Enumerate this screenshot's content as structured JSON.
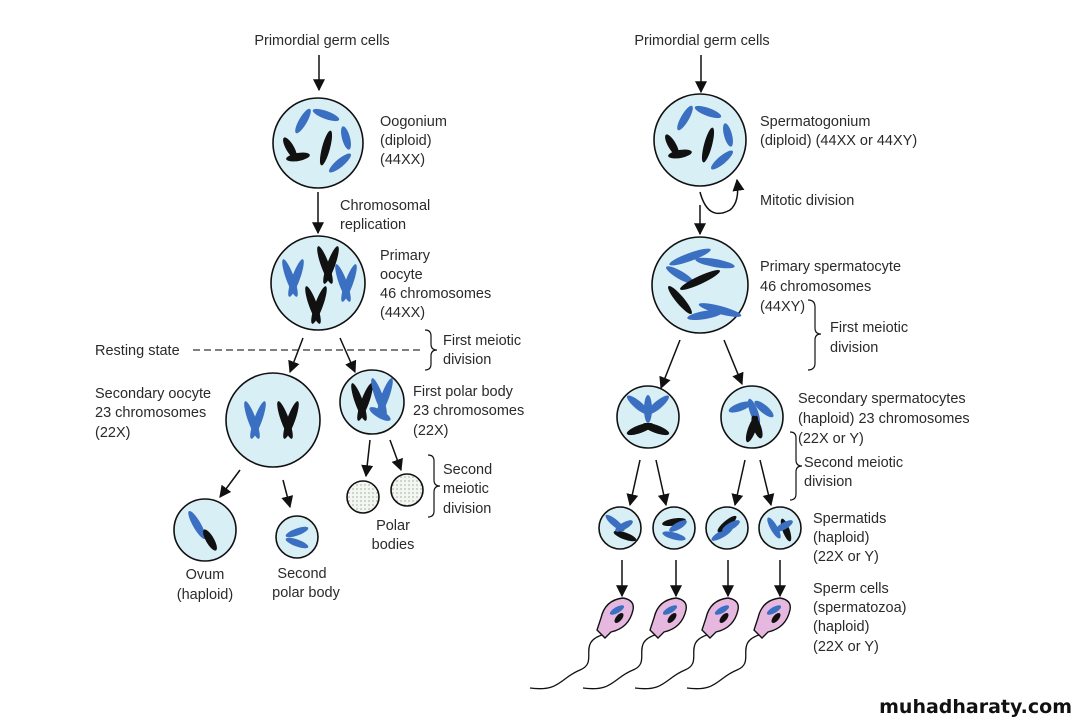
{
  "female": {
    "source": "Primordial germ cells",
    "oogonium": [
      "Oogonium",
      "(diploid)",
      "(44XX)"
    ],
    "replication": [
      "Chromosomal",
      "replication"
    ],
    "primary_oocyte": [
      "Primary",
      "oocyte",
      "46 chromosomes",
      "(44XX)"
    ],
    "resting_state": "Resting state",
    "first_meiotic": [
      "First meiotic",
      "division"
    ],
    "secondary_oocyte": [
      "Secondary oocyte",
      "23 chromosomes",
      "(22X)"
    ],
    "first_polar_body": [
      "First polar body",
      "23 chromosomes",
      "(22X)"
    ],
    "second_meiotic": [
      "Second",
      "meiotic",
      "division"
    ],
    "polar_bodies": [
      "Polar",
      "bodies"
    ],
    "ovum": [
      "Ovum",
      "(haploid)"
    ],
    "second_polar_body": [
      "Second",
      "polar body"
    ]
  },
  "male": {
    "source": "Primordial germ cells",
    "spermatogonium": [
      "Spermatogonium",
      "(diploid) (44XX or 44XY)"
    ],
    "mitotic": "Mitotic division",
    "primary_spermatocyte": [
      "Primary spermatocyte",
      "46 chromosomes",
      "(44XY)"
    ],
    "first_meiotic": [
      "First meiotic",
      "division"
    ],
    "secondary_spermatocytes": [
      "Secondary spermatocytes",
      "(haploid) 23 chromosomes",
      "(22X or Y)"
    ],
    "second_meiotic": [
      "Second meiotic",
      "division"
    ],
    "spermatids": [
      "Spermatids",
      "(haploid)",
      "(22X or Y)"
    ],
    "sperm": [
      "Sperm cells",
      "(spermatozoa)",
      "(haploid)",
      "(22X or Y)"
    ]
  },
  "watermark": "muhadharaty.com",
  "colors": {
    "cell": "#d9eff6",
    "chromosome_blue": "#3b6fc1",
    "chromosome_black": "#111111",
    "sperm_head": "#e6b8e0"
  }
}
